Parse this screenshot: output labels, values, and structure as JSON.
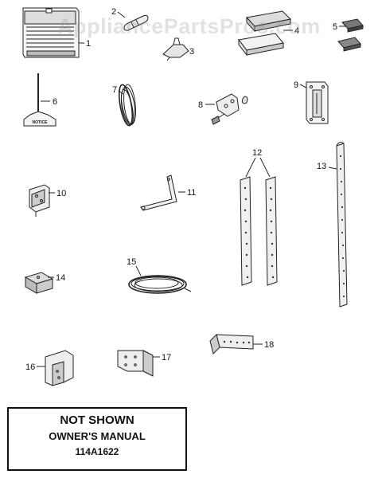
{
  "watermark": "AppliancePartsPros.com",
  "notice_tag": "NOTICE",
  "parts": [
    {
      "number": "1",
      "name": "control panel"
    },
    {
      "number": "2",
      "name": "small cylinder part"
    },
    {
      "number": "3",
      "name": "clip"
    },
    {
      "number": "4",
      "name": "tray"
    },
    {
      "number": "5",
      "name": "transmitter"
    },
    {
      "number": "6",
      "name": "notice tag"
    },
    {
      "number": "7",
      "name": "wire coil"
    },
    {
      "number": "8",
      "name": "sensor bracket"
    },
    {
      "number": "9",
      "name": "plate"
    },
    {
      "number": "10",
      "name": "bracket"
    },
    {
      "number": "11",
      "name": "bent arm"
    },
    {
      "number": "12",
      "name": "straps"
    },
    {
      "number": "13",
      "name": "long strap"
    },
    {
      "number": "14",
      "name": "block"
    },
    {
      "number": "15",
      "name": "wire coil"
    },
    {
      "number": "16",
      "name": "bracket"
    },
    {
      "number": "17",
      "name": "bracket"
    },
    {
      "number": "18",
      "name": "angle bracket"
    }
  ],
  "note": {
    "line1": "NOT SHOWN",
    "line2": "OWNER'S MANUAL",
    "line3": "114A1622"
  }
}
